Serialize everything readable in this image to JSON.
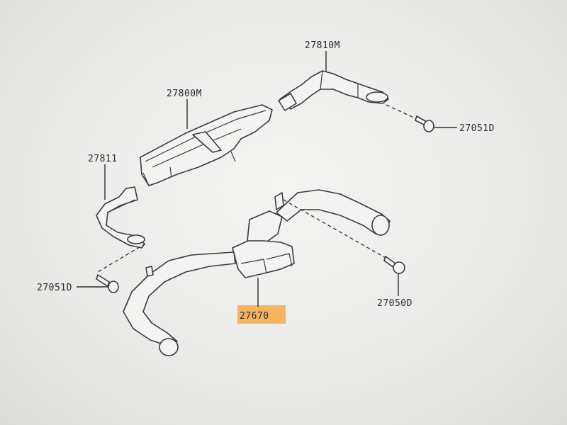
{
  "labels": {
    "p27810M": "27810M",
    "p27800M": "27800M",
    "p27811": "27811",
    "p27051D_right": "27051D",
    "p27051D_left": "27051D",
    "p27670": "27670",
    "p27050D": "27050D"
  },
  "colors": {
    "line": "#3a3a3a",
    "highlight": "#f3a94b",
    "background": "#eaeae8"
  }
}
